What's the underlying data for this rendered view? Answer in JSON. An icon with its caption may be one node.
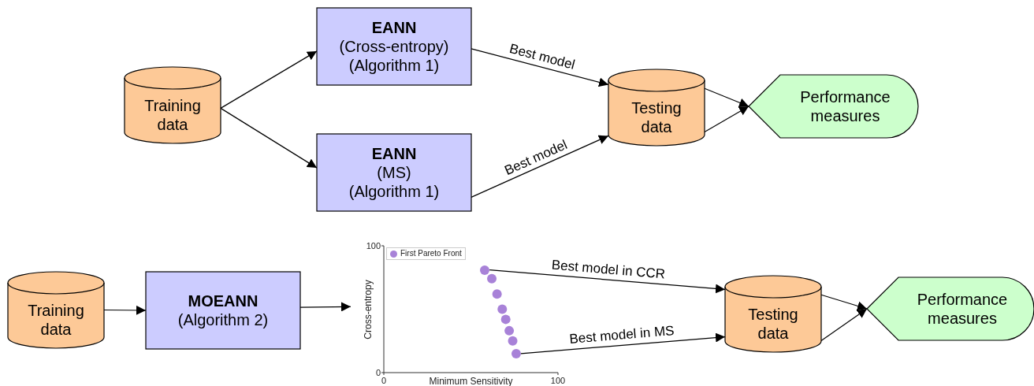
{
  "diagram": {
    "nodes": [
      {
        "text": [
          "Training data"
        ]
      },
      {
        "text": [
          "EANN",
          "(Cross-entropy) (Algorithm 1)"
        ]
      },
      {
        "text": [
          "EANN",
          "(MS) (Algorithm 1)"
        ]
      },
      {
        "text": [
          "Testing data"
        ]
      },
      {
        "text": [
          "Performance measures"
        ]
      },
      {
        "text": [
          "Training data"
        ]
      },
      {
        "text": [
          "MOEANN",
          "(Algorithm 2)"
        ]
      },
      {
        "text": [],
        "shape": "picture"
      },
      {
        "text": [],
        "shape": "circle",
        "in": 7
      },
      {
        "text": [],
        "shape": "circle",
        "in": 7
      },
      {
        "text": [
          "Testing data"
        ]
      },
      {
        "text": [
          "Performance measures"
        ]
      }
    ],
    "edges": [
      {
        "from": 0,
        "to": 1,
        "arrow": "to"
      },
      {
        "from": 0,
        "to": 2,
        "arrow": "to"
      },
      {
        "from": 1,
        "to": 3,
        "arrow": "to",
        "label": "Best model"
      },
      {
        "from": 2,
        "to": 3,
        "arrow": "to",
        "label": "Best model"
      },
      {
        "from": 3,
        "to": 4,
        "arrow": "to"
      },
      {
        "from": 3,
        "to": 4,
        "arrow": "to"
      },
      {
        "from": 5,
        "to": 6,
        "arrow": "to"
      },
      {
        "from": 6,
        "to": 7,
        "arrow": "to"
      },
      {
        "from": 8,
        "to": 10,
        "arrow": "to",
        "label": "Best model in CCR"
      },
      {
        "from": 9,
        "to": 10,
        "arrow": "to",
        "label": "Best model in MS"
      },
      {
        "from": 10,
        "to": 11,
        "arrow": "to"
      },
      {
        "from": 10,
        "to": 11,
        "arrow": "to"
      }
    ],
    "chart_data": {
      "type": "scatter",
      "xlabel": "Minimum Sensitivity",
      "ylabel": "Cross-entropy",
      "xlim": [
        0,
        100
      ],
      "ylim": [
        0,
        100
      ],
      "xticks": [
        0,
        100
      ],
      "yticks": [
        0,
        100
      ],
      "series": [
        {
          "name": "First Pareto Front",
          "color": "#a882d8",
          "values": [
            81,
            74,
            62,
            50,
            42,
            33,
            25,
            15
          ]
        }
      ],
      "x": [
        58,
        62,
        65,
        68,
        70,
        72,
        74,
        76
      ]
    }
  }
}
